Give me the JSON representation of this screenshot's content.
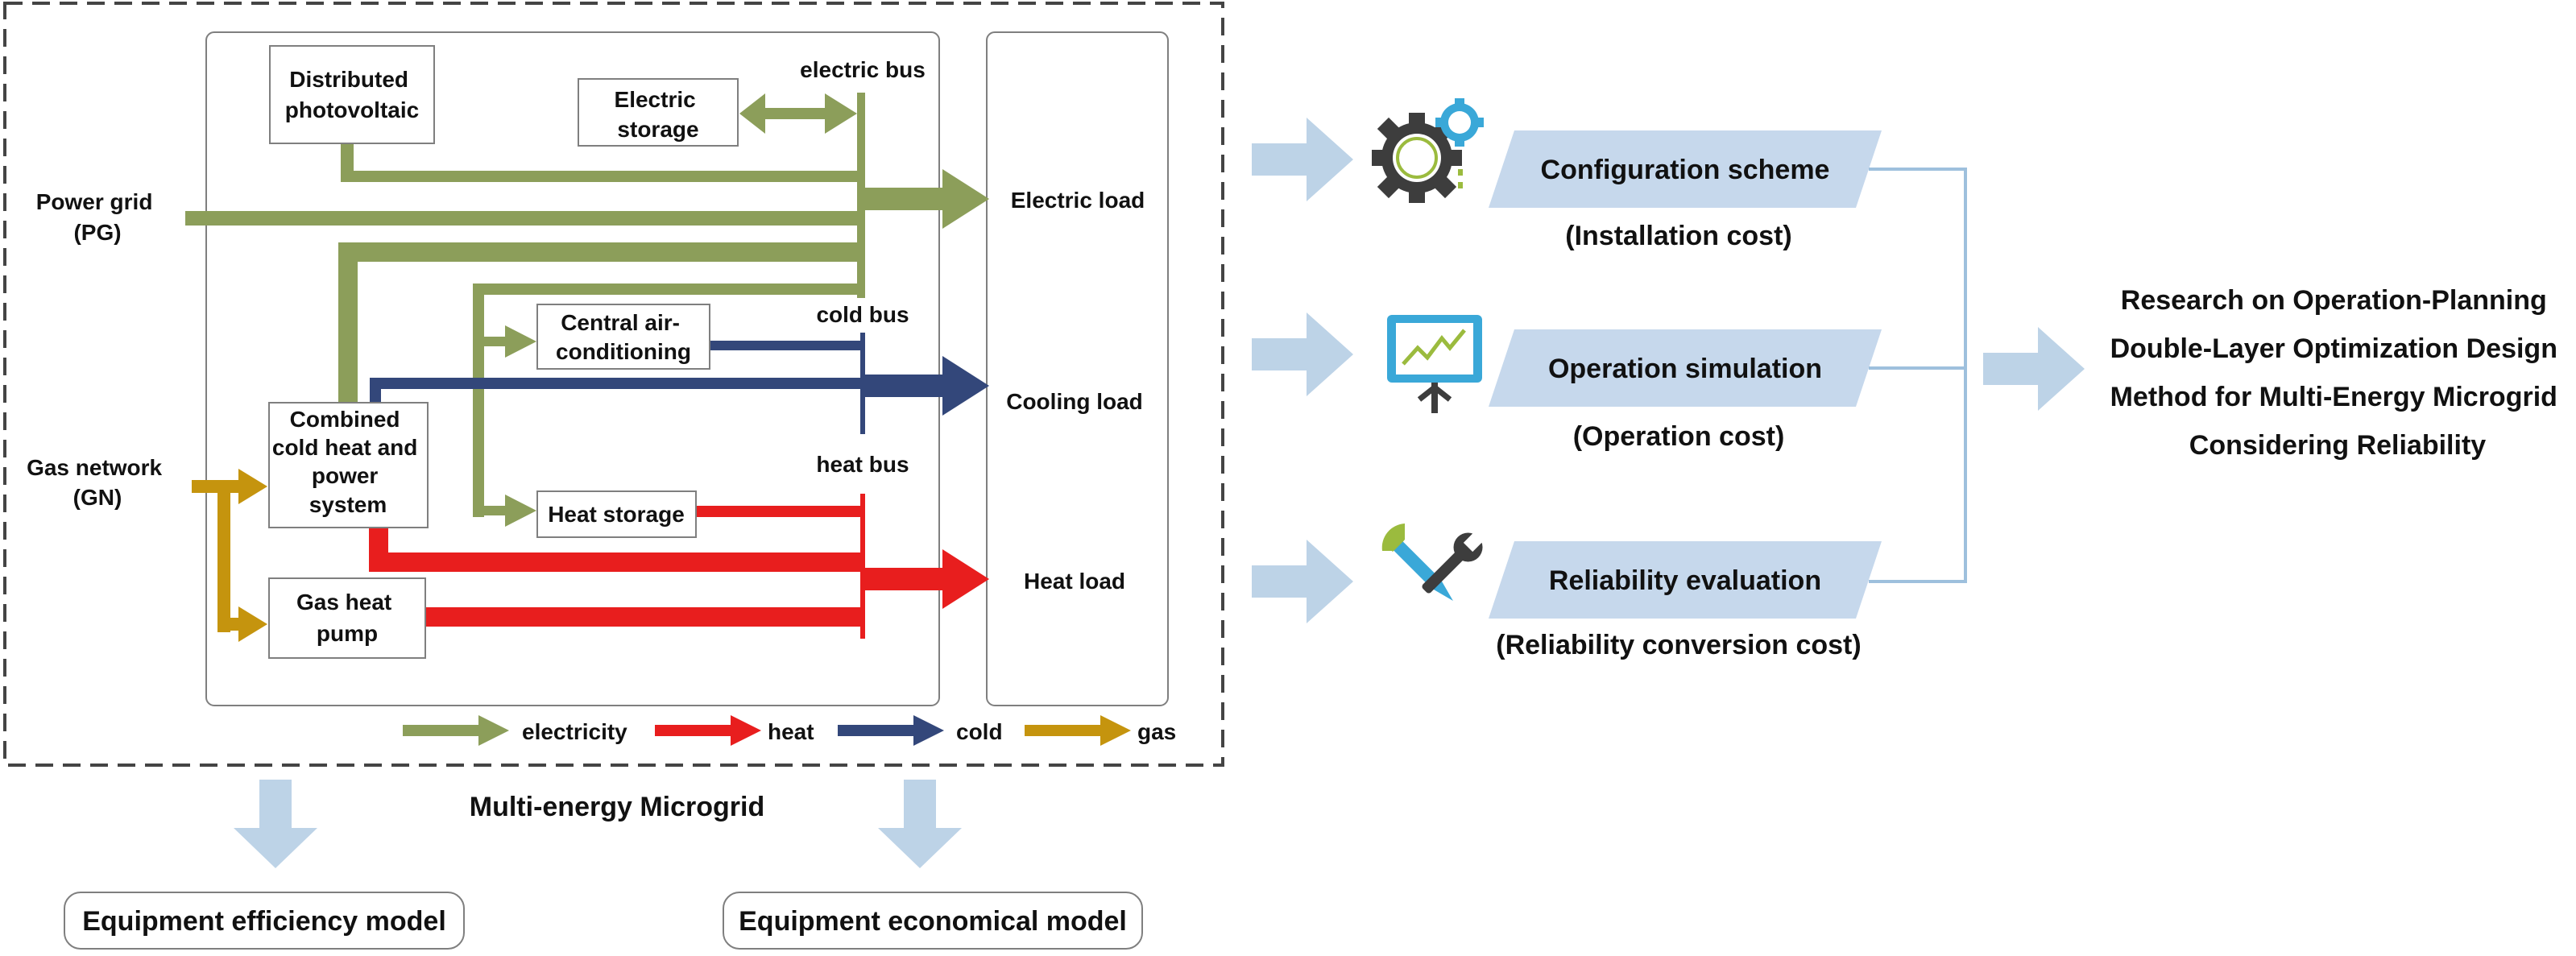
{
  "colors": {
    "electricity": "#8C9E5A",
    "heat": "#E81E1E",
    "cold": "#33477A",
    "gas": "#C5940E",
    "light_arrow": "#BDD3E7",
    "parallelogram": "#C6D8EC",
    "connector": "#9EC0DD",
    "box_border": "#7F7F7F"
  },
  "microgrid": {
    "caption": "Multi-energy Microgrid",
    "external_sources": {
      "power_grid_line1": "Power grid",
      "power_grid_line2": "(PG)",
      "gas_network_line1": "Gas network",
      "gas_network_line2": "(GN)"
    },
    "devices": {
      "pv": [
        "Distributed",
        "photovoltaic"
      ],
      "electric_storage": [
        "Electric",
        "storage"
      ],
      "central_ac": [
        "Central air-",
        "conditioning"
      ],
      "chp": [
        "Combined",
        "cold heat and",
        "power",
        "system"
      ],
      "heat_storage": [
        "Heat storage"
      ],
      "gas_heat_pump": [
        "Gas heat",
        "pump"
      ]
    },
    "buses": {
      "electric": "electric bus",
      "cold": "cold bus",
      "heat": "heat bus"
    },
    "loads": {
      "electric": "Electric load",
      "cooling": "Cooling load",
      "heat": "Heat load"
    },
    "legend": {
      "electricity": "electricity",
      "heat": "heat",
      "cold": "cold",
      "gas": "gas"
    }
  },
  "models": {
    "efficiency": "Equipment efficiency model",
    "economical": "Equipment economical model"
  },
  "stages": [
    {
      "icon": "gears-icon",
      "title": "Configuration scheme",
      "subtitle": "(Installation cost)"
    },
    {
      "icon": "monitor-chart-icon",
      "title": "Operation simulation",
      "subtitle": "(Operation cost)"
    },
    {
      "icon": "tools-icon",
      "title": "Reliability evaluation",
      "subtitle": "(Reliability conversion cost)"
    }
  ],
  "result": {
    "lines": [
      "Research on Operation-Planning",
      "Double-Layer Optimization Design",
      "Method for Multi-Energy Microgrid",
      "Considering Reliability"
    ]
  }
}
